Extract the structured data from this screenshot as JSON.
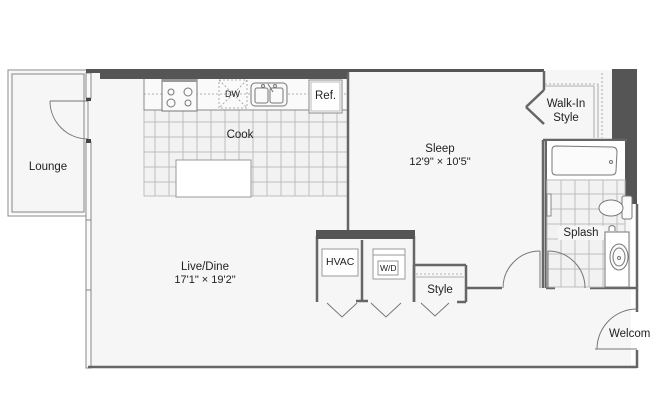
{
  "floor_plan": {
    "colors": {
      "background": "#ffffff",
      "floor": "#f6f6f6",
      "wall_dark": "#555555",
      "wall_line": "#666666",
      "tile_line": "#bdbdbd",
      "fixture_line": "#8a8a8a",
      "text": "#222222"
    },
    "rooms": {
      "lounge": {
        "name": "Lounge"
      },
      "cook": {
        "name": "Cook"
      },
      "live_dine": {
        "name": "Live/Dine",
        "dims": "17'1\" × 19'2\""
      },
      "sleep": {
        "name": "Sleep",
        "dims": "12'9\" × 10'5\""
      },
      "walk_in": {
        "name_line1": "Walk-In",
        "name_line2": "Style"
      },
      "splash": {
        "name": "Splash"
      },
      "welcome": {
        "name": "Welcom"
      },
      "style_closet": {
        "name": "Style"
      }
    },
    "fixtures": {
      "dishwasher": "DW",
      "refrigerator": "Ref.",
      "hvac": "HVAC",
      "washer_dryer": "W/D"
    }
  }
}
